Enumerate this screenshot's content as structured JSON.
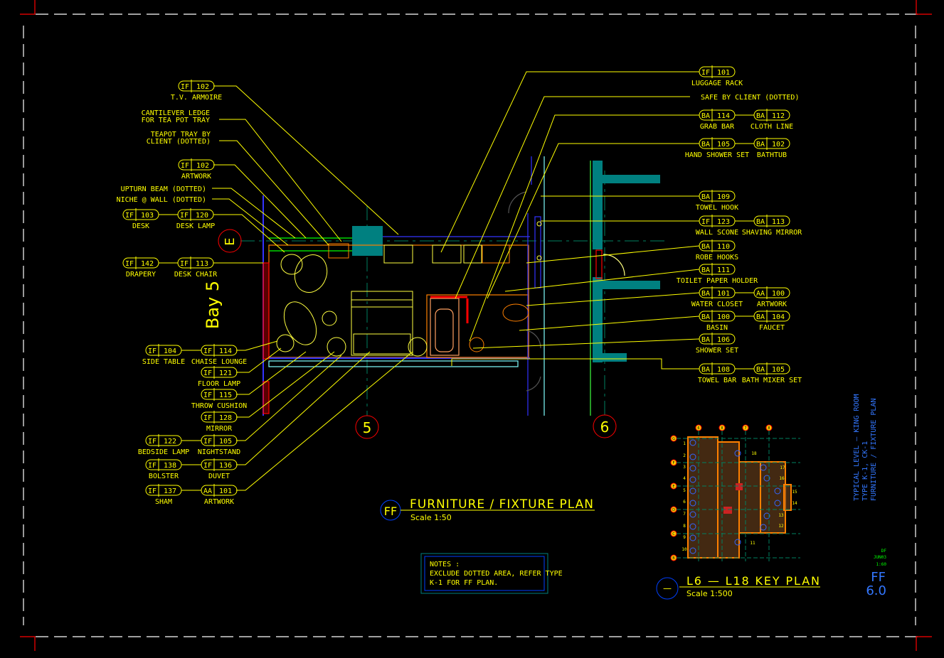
{
  "colors": {
    "background": "#000000",
    "annotation": "#ffff00",
    "grid_bubble": "#ff0000",
    "title_bubble": "#0040ff",
    "wall": "#008080",
    "sheet_text": "#3377ff",
    "revision_text": "#00ff00"
  },
  "left_callouts": [
    {
      "tags": [
        {
          "code": "IF",
          "num": "102",
          "label": "T.V. ARMOIRE"
        }
      ]
    },
    {
      "text": [
        "CANTILEVER LEDGE",
        "FOR TEA POT TRAY"
      ]
    },
    {
      "text": [
        "TEAPOT TRAY BY",
        "CLIENT (DOTTED)"
      ]
    },
    {
      "tags": [
        {
          "code": "IF",
          "num": "102",
          "label": "ARTWORK"
        }
      ]
    },
    {
      "text": [
        "UPTURN BEAM (DOTTED)"
      ]
    },
    {
      "text": [
        "NICHE @ WALL (DOTTED)"
      ]
    },
    {
      "tags": [
        {
          "code": "IF",
          "num": "103",
          "label": "DESK"
        },
        {
          "code": "IF",
          "num": "120",
          "label": "DESK LAMP"
        }
      ]
    },
    {
      "tags": [
        {
          "code": "IF",
          "num": "142",
          "label": "DRAPERY"
        },
        {
          "code": "IF",
          "num": "113",
          "label": "DESK CHAIR"
        }
      ]
    },
    {
      "tags": [
        {
          "code": "IF",
          "num": "104",
          "label": "SIDE TABLE"
        },
        {
          "code": "IF",
          "num": "114",
          "label": "CHAISE LOUNGE"
        }
      ]
    },
    {
      "tags": [
        {
          "code": "IF",
          "num": "121",
          "label": "FLOOR LAMP"
        }
      ]
    },
    {
      "tags": [
        {
          "code": "IF",
          "num": "115",
          "label": "THROW CUSHION"
        }
      ]
    },
    {
      "tags": [
        {
          "code": "IF",
          "num": "128",
          "label": "MIRROR"
        }
      ]
    },
    {
      "tags": [
        {
          "code": "IF",
          "num": "122",
          "label": "BEDSIDE LAMP"
        },
        {
          "code": "IF",
          "num": "105",
          "label": "NIGHTSTAND"
        }
      ]
    },
    {
      "tags": [
        {
          "code": "IF",
          "num": "138",
          "label": "BOLSTER"
        },
        {
          "code": "IF",
          "num": "136",
          "label": "DUVET"
        }
      ]
    },
    {
      "tags": [
        {
          "code": "IF",
          "num": "137",
          "label": "SHAM"
        },
        {
          "code": "AA",
          "num": "101",
          "label": "ARTWORK"
        }
      ]
    }
  ],
  "right_callouts": [
    {
      "tags": [
        {
          "code": "IF",
          "num": "101",
          "label": "LUGGAGE RACK"
        }
      ]
    },
    {
      "text": [
        "SAFE BY CLIENT (DOTTED)"
      ]
    },
    {
      "tags": [
        {
          "code": "BA",
          "num": "114",
          "label": "GRAB BAR"
        },
        {
          "code": "BA",
          "num": "112",
          "label": "CLOTH LINE"
        }
      ]
    },
    {
      "tags": [
        {
          "code": "BA",
          "num": "105",
          "label": "HAND SHOWER SET"
        },
        {
          "code": "BA",
          "num": "102",
          "label": "BATHTUB"
        }
      ]
    },
    {
      "tags": [
        {
          "code": "BA",
          "num": "109",
          "label": "TOWEL HOOK"
        }
      ]
    },
    {
      "tags": [
        {
          "code": "IF",
          "num": "123",
          "label": "WALL SCONE"
        },
        {
          "code": "BA",
          "num": "113",
          "label": "SHAVING MIRROR"
        }
      ]
    },
    {
      "tags": [
        {
          "code": "BA",
          "num": "110",
          "label": "ROBE HOOKS"
        }
      ]
    },
    {
      "tags": [
        {
          "code": "BA",
          "num": "111",
          "label": "TOILET PAPER HOLDER"
        }
      ]
    },
    {
      "tags": [
        {
          "code": "BA",
          "num": "101",
          "label": "WATER CLOSET"
        },
        {
          "code": "AA",
          "num": "100",
          "label": "ARTWORK"
        }
      ]
    },
    {
      "tags": [
        {
          "code": "BA",
          "num": "100",
          "label": "BASIN"
        },
        {
          "code": "BA",
          "num": "104",
          "label": "FAUCET"
        }
      ]
    },
    {
      "tags": [
        {
          "code": "BA",
          "num": "106",
          "label": "SHOWER SET"
        }
      ]
    },
    {
      "tags": [
        {
          "code": "BA",
          "num": "108",
          "label": "TOWEL BAR"
        },
        {
          "code": "BA",
          "num": "105",
          "label": "BATH MIXER SET"
        }
      ]
    }
  ],
  "grid": {
    "row_bubble": "E",
    "col_bubbles": [
      "5",
      "6"
    ],
    "bay_label": "Bay 5"
  },
  "plan_title": {
    "bubble": "FF",
    "title": "FURNITURE / FIXTURE PLAN",
    "scale": "Scale 1:50"
  },
  "notes": {
    "heading": "NOTES :",
    "lines": [
      "EXCLUDE DOTTED AREA, REFER TYPE",
      "K-1 FOR FF PLAN."
    ]
  },
  "key_plan": {
    "bubble": "—",
    "title": "L6 — L18 KEY PLAN",
    "scale": "Scale 1:500",
    "col_bubbles": [
      "6",
      "8",
      "7",
      "8"
    ],
    "row_bubbles": [
      "G",
      "F",
      "E",
      "D",
      "C",
      "B"
    ],
    "left_units": [
      "1",
      "2",
      "3",
      "4",
      "5",
      "6",
      "7",
      "8",
      "9",
      "10"
    ],
    "right_units": [
      "18",
      "17",
      "16",
      "15",
      "14",
      "13",
      "12",
      "11"
    ]
  },
  "sheet": {
    "description": [
      "TYPICAL LEVEL — KING ROOM",
      "TYPE K-1, CK-1",
      "FURNITURE / FIXTURE PLAN"
    ],
    "revision": [
      "DF",
      "JUN03",
      "1:60"
    ],
    "sheet_code": "FF",
    "sheet_number": "6.0"
  }
}
